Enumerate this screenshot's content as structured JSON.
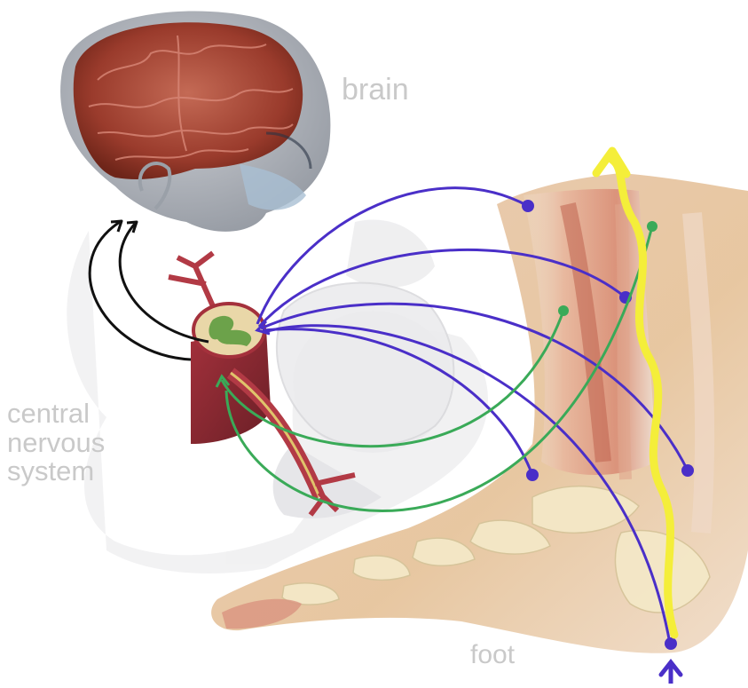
{
  "labels": {
    "brain": "brain",
    "cns": [
      "central",
      "nervous",
      "system"
    ],
    "foot": "foot"
  },
  "colors": {
    "motor_nerve": "#4a2fc8",
    "sensory_nerve": "#3aaa58",
    "reflex_to_brain": "#111111",
    "pain_signal": "#f4ee3a",
    "label": "#c9c9c9"
  },
  "icons": [
    "brain-illustration",
    "spinal-cord-section",
    "vertebra-illustration",
    "foot-anatomy-illustration",
    "stimulus-arrow-icon"
  ]
}
